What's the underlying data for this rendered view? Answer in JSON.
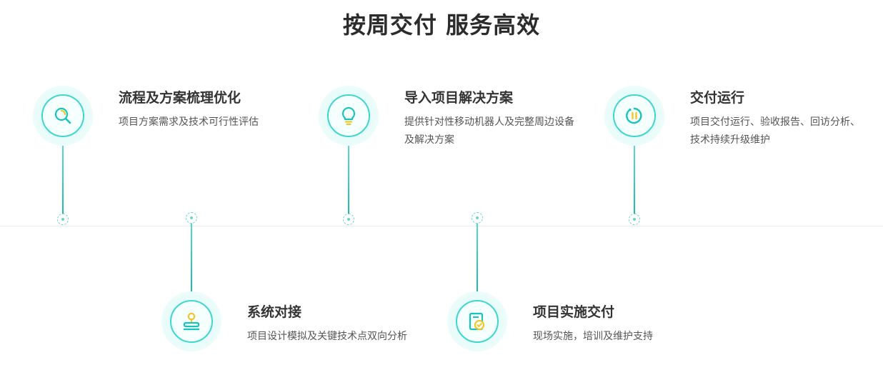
{
  "page": {
    "title": "按周交付 服务高效"
  },
  "colors": {
    "accent": "#3fd6cf",
    "stem": "#19b8b1",
    "icon": "#19c2bb",
    "icon_yellow": "#f2c72a",
    "title_text": "#2b2b2b",
    "body_text": "#555555"
  },
  "steps": [
    {
      "title": "流程及方案梳理优化",
      "desc": "项目方案需求及技术可行性评估",
      "icon": "search-icon",
      "position": "above"
    },
    {
      "title": "系统对接",
      "desc": "项目设计模拟及关键技术点双向分析",
      "icon": "stamp-icon",
      "position": "below"
    },
    {
      "title": "导入项目解决方案",
      "desc": "提供针对性移动机器人及完整周边设备及解决方案",
      "icon": "lightbulb-icon",
      "position": "above"
    },
    {
      "title": "项目实施交付",
      "desc": "现场实施，培训及维护支持",
      "icon": "document-check-icon",
      "position": "below"
    },
    {
      "title": "交付运行",
      "desc": "项目交付运行、验收报告、回访分析、技术持续升级维护",
      "icon": "pause-circle-icon",
      "position": "above"
    }
  ]
}
